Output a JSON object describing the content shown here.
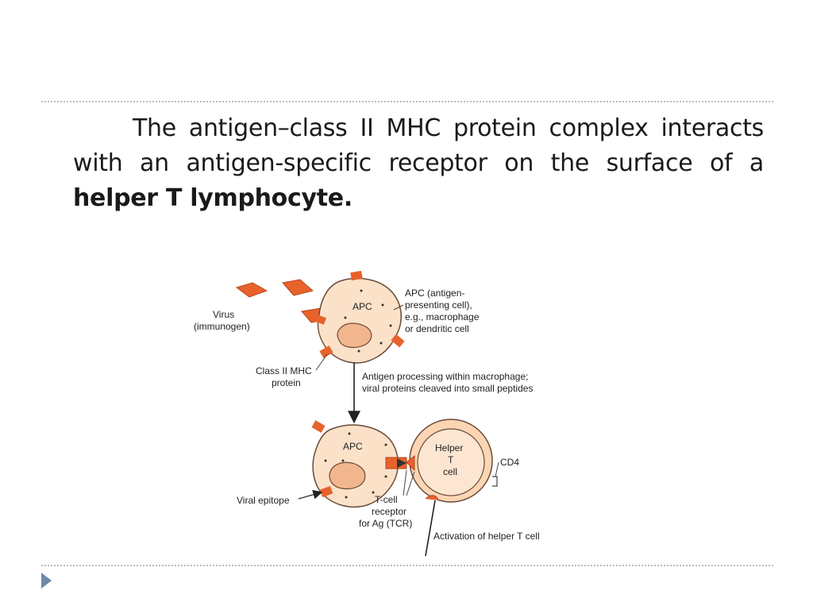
{
  "slide": {
    "para_part1": "The antigen–class II MHC protein complex interacts with an antigen-specific receptor on the surface of a",
    "para_bold": "helper T lymphocyte."
  },
  "diagram": {
    "virus_line1": "Virus",
    "virus_line2": "(immunogen)",
    "apc_top_label": "APC",
    "apc_desc": [
      "APC (antigen-",
      "presenting cell),",
      "e.g., macrophage",
      "or dendritic cell"
    ],
    "mhc_label": [
      "Class II MHC",
      "protein"
    ],
    "processing": [
      "Antigen processing within macrophage;",
      "viral proteins cleaved into small peptides"
    ],
    "apc_bottom_label": "APC",
    "helper_label": [
      "Helper",
      "T",
      "cell"
    ],
    "cd4": "CD4",
    "viral_epitope": "Viral epitope",
    "tcr": [
      "T-cell",
      "receptor",
      "for Ag (TCR)"
    ],
    "activation": "Activation of helper T cell"
  },
  "colors": {
    "cell_fill": "#fbe1c8",
    "cell_stroke": "#6b4a36",
    "nucleus_fill": "#f2b68e",
    "antigen": "#e8622b",
    "helper_outer": "#fbd5b4",
    "helper_inner": "#fce6d2"
  }
}
